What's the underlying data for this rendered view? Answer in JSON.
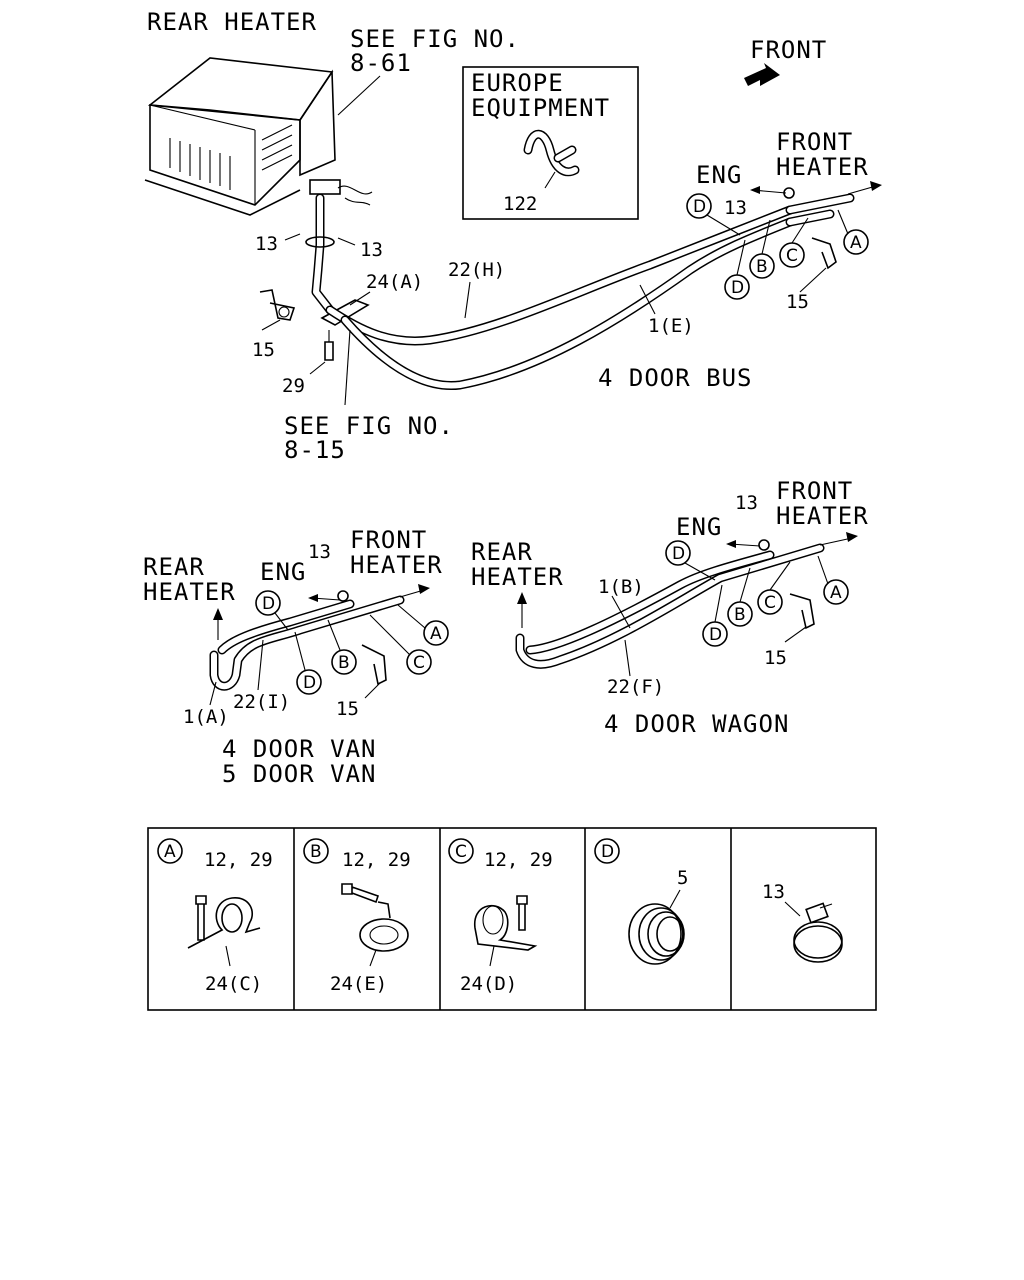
{
  "top": {
    "rear_heater": "REAR HEATER",
    "see_fig_a_1": "SEE FIG NO.",
    "see_fig_a_2": "8-61",
    "front": "FRONT",
    "europe_1": "EUROPE",
    "europe_2": "EQUIPMENT",
    "part_122": "122",
    "eng": "ENG",
    "front_heater_1": "FRONT",
    "front_heater_2": "HEATER",
    "p13_a": "13",
    "p13_b": "13",
    "p13_c": "13",
    "p24a": "24(A)",
    "p22h": "22(H)",
    "p1e": "1(E)",
    "p15_a": "15",
    "p15_b": "15",
    "p29": "29",
    "see_fig_b_1": "SEE FIG NO.",
    "see_fig_b_2": "8-15",
    "variant": "4 DOOR BUS"
  },
  "van": {
    "rear_1": "REAR",
    "rear_2": "HEATER",
    "eng": "ENG",
    "p13": "13",
    "front_1": "FRONT",
    "front_2": "HEATER",
    "p1a": "1(A)",
    "p22i": "22(I)",
    "p15": "15",
    "variant_1": "4 DOOR VAN",
    "variant_2": "5 DOOR VAN"
  },
  "wagon": {
    "rear_1": "REAR",
    "rear_2": "HEATER",
    "eng": "ENG",
    "p13": "13",
    "front_1": "FRONT",
    "front_2": "HEATER",
    "p1b": "1(B)",
    "p22f": "22(F)",
    "p15": "15",
    "variant": "4 DOOR WAGON"
  },
  "callouts": {
    "a": "A",
    "b": "B",
    "c": "C",
    "d": "D"
  },
  "details": {
    "a_parts": "12, 29",
    "a_clamp": "24(C)",
    "b_parts": "12, 29",
    "b_clamp": "24(E)",
    "c_parts": "12, 29",
    "c_clamp": "24(D)",
    "d_part": "5",
    "clamp_part": "13"
  }
}
